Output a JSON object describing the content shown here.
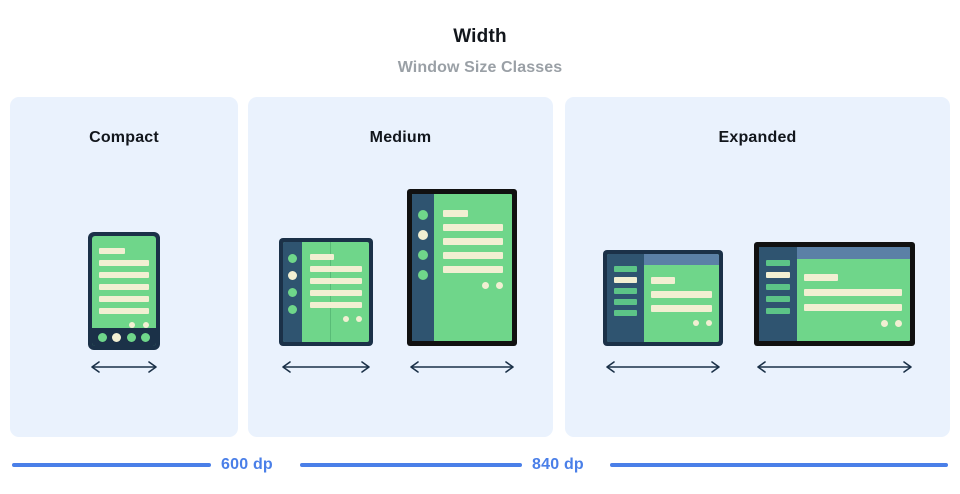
{
  "header": {
    "title": "Width",
    "subtitle": "Window Size Classes"
  },
  "panels": [
    {
      "id": "compact",
      "title": "Compact"
    },
    {
      "id": "medium",
      "title": "Medium"
    },
    {
      "id": "expanded",
      "title": "Expanded"
    }
  ],
  "devices": {
    "compact_phone": {
      "name": "phone-portrait",
      "nav_items": 4,
      "active_nav_index": 1,
      "content_lines": 6,
      "fab_dots": 2
    },
    "medium_foldable": {
      "name": "foldable-dual-screen",
      "rail_items": 4,
      "active_rail_index": 1,
      "content_lines": 5,
      "fab_dots": 2
    },
    "medium_tablet": {
      "name": "tablet-portrait",
      "rail_items": 4,
      "active_rail_index": 1,
      "content_lines": 5,
      "fab_dots": 2
    },
    "expanded_small": {
      "name": "tablet-landscape-small",
      "drawer_items": 5,
      "active_drawer_index": 1,
      "content_lines": 3,
      "fab_dots": 2
    },
    "expanded_large": {
      "name": "tablet-landscape-large",
      "drawer_items": 5,
      "active_drawer_index": 1,
      "content_lines": 3,
      "fab_dots": 2
    }
  },
  "measures": [
    {
      "id": "600dp",
      "label": "600 dp"
    },
    {
      "id": "840dp",
      "label": "840 dp"
    }
  ],
  "colors": {
    "panel_bg": "#eaf2fd",
    "accent_blue": "#4a7fe8",
    "device_screen_green": "#6fd68a",
    "content_cream": "#f2efd2",
    "frame_navy": "#1b3148",
    "frame_black": "#111111",
    "rail_blue": "#2f5470",
    "appbar_blue": "#5b80a6",
    "title_text": "#12161c",
    "subtitle_text": "#9aa0a6"
  },
  "icons": {
    "width_arrow": "double-headed-horizontal-arrow"
  }
}
